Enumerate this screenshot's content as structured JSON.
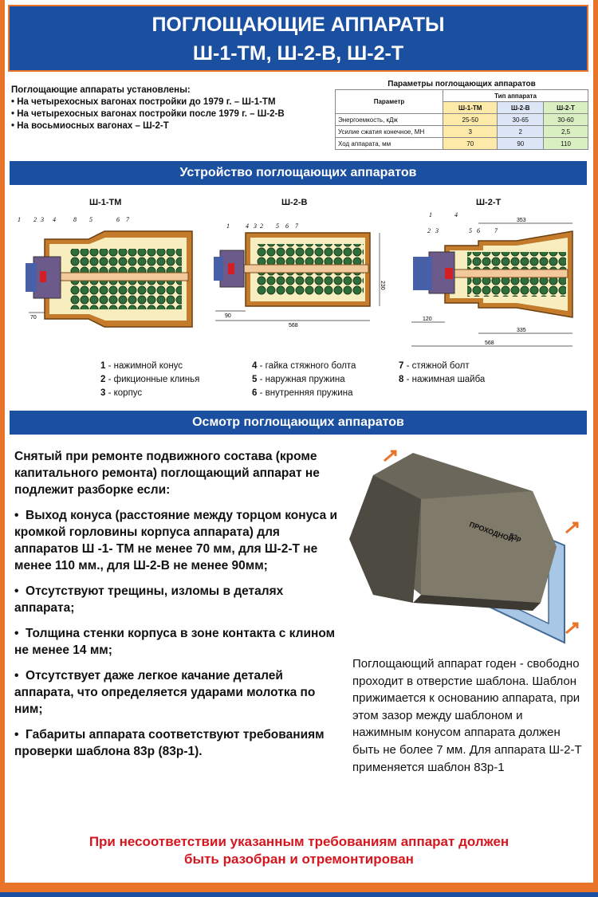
{
  "title": {
    "line1": "ПОГЛОЩАЮЩИЕ АППАРАТЫ",
    "line2": "Ш-1-ТМ, Ш-2-В, Ш-2-Т"
  },
  "intro": {
    "heading": "Поглощающие аппараты установлены:",
    "items": [
      "На четырехосных вагонах постройки до 1979 г. – Ш-1-ТМ",
      "На четырехосных вагонах постройки после 1979 г. – Ш-2-В",
      "На восьмиосных вагонах – Ш-2-Т"
    ]
  },
  "params_table": {
    "title": "Параметры поглощающих аппаратов",
    "param_header": "Параметр",
    "type_header": "Тип аппарата",
    "types": [
      "Ш-1-ТМ",
      "Ш-2-В",
      "Ш-2-Т"
    ],
    "rows": [
      {
        "name": "Энергоемкость, кДж",
        "values": [
          "25-50",
          "30-65",
          "30-60"
        ]
      },
      {
        "name": "Усилие сжатия конечное, МН",
        "values": [
          "3",
          "2",
          "2,5"
        ]
      },
      {
        "name": "Ход аппарата, мм",
        "values": [
          "70",
          "90",
          "110"
        ]
      }
    ]
  },
  "section1": "Устройство поглощающих аппаратов",
  "diagrams": {
    "d1": {
      "label": "Ш-1-ТМ",
      "numbers": [
        "1",
        "2",
        "3",
        "4",
        "8",
        "5",
        "6",
        "7"
      ],
      "dim": "70"
    },
    "d2": {
      "label": "Ш-2-В",
      "numbers": [
        "1",
        "4",
        "3",
        "2",
        "5",
        "6",
        "7"
      ],
      "dims": [
        "90",
        "568",
        "230"
      ]
    },
    "d3": {
      "label": "Ш-2-Т",
      "numbers": [
        "1",
        "4",
        "2",
        "3",
        "5",
        "6",
        "7"
      ],
      "dims": [
        "353",
        "120",
        "335",
        "568"
      ]
    }
  },
  "legend": [
    {
      "num": "1",
      "text": " - нажимной конус"
    },
    {
      "num": "2",
      "text": " - фикционные клинья"
    },
    {
      "num": "3",
      "text": " - корпус"
    },
    {
      "num": "4",
      "text": " - гайка стяжного болта"
    },
    {
      "num": "5",
      "text": " - наружная пружина"
    },
    {
      "num": "6",
      "text": " - внутренняя пружина"
    },
    {
      "num": "7",
      "text": " - стяжной болт"
    },
    {
      "num": "8",
      "text": " - нажимная шайба"
    }
  ],
  "section2": "Осмотр поглощающих аппаратов",
  "inspection": {
    "intro": "Снятый при ремонте подвижного состава (кроме капитального ремонта) поглощающий аппарат не подлежит разборке если:",
    "items": [
      "Выход конуса (расстояние между торцом конуса и кромкой горловины корпуса аппарата) для аппаратов Ш -1- ТМ не менее 70 мм, для Ш-2-Т не менее 110 мм., для Ш-2-В не менее 90мм;",
      "Отсутствуют трещины, изломы в деталях аппарата;",
      "Толщина стенки корпуса в зоне контакта с клином не менее 14 мм;",
      "Отсутствует даже легкое качание деталей аппарата, что определяется ударами молотка по ним;",
      "Габариты аппарата соответствуют требованиям проверки шаблона 83р (83р-1)."
    ]
  },
  "template_image": {
    "label_top": "ПРОХОДНОЙ",
    "label_code": "83р"
  },
  "side_text": "Поглощающий аппарат годен - свободно проходит в отверстие шаблона. Шаблон прижимается к основанию аппарата, при этом зазор между шаблоном и нажимным конусом аппарата должен быть не более 7 мм. Для аппарата Ш-2-Т применяется шаблон 83р-1",
  "warning": {
    "line1": "При несоответствии указанным требованиям аппарат должен",
    "line2": "быть разобран и отремонтирован"
  },
  "colors": {
    "blue": "#1b4fa0",
    "orange": "#e8742a",
    "red": "#d4161f"
  }
}
